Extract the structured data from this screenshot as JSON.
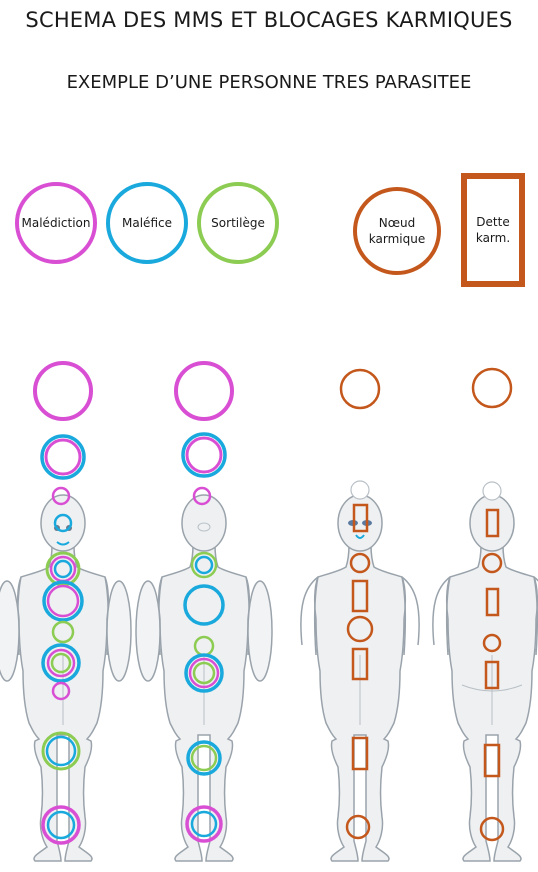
{
  "title": "SCHEMA DES MMS ET BLOCAGES KARMIQUES",
  "subtitle": "EXEMPLE D’UNE PERSONNE TRES PARASITEE",
  "colors": {
    "malediction": "#d94fd4",
    "malefice": "#19a9dd",
    "sortilege": "#8dcc52",
    "karmique": "#c4581c",
    "body_fill": "#eef0f2",
    "body_stroke": "#9aa3ab"
  },
  "legend": {
    "malediction": "Malédiction",
    "malefice": "Maléfice",
    "sortilege": "Sortilège",
    "noeud_line1": "Nœud",
    "noeud_line2": "karmique",
    "dette_line1": "Dette",
    "dette_line2": "karm."
  }
}
